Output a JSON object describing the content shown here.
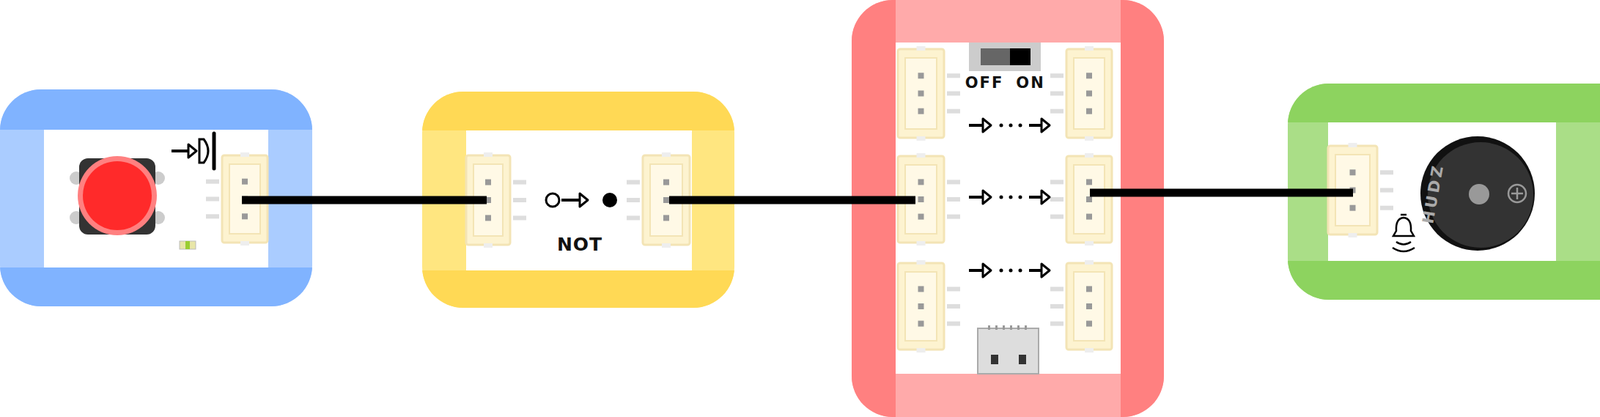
{
  "diagram": {
    "nodes": [
      {
        "text": []
      },
      {
        "text": [
          "NOT"
        ]
      },
      {
        "text": [
          "OFF",
          "ON"
        ]
      },
      {
        "text": [
          "HUDZ"
        ]
      }
    ],
    "edges": [
      {
        "from": 0,
        "to": 1,
        "arrow": "none"
      },
      {
        "from": 1,
        "to": 2,
        "arrow": "none"
      },
      {
        "from": 2,
        "to": 3,
        "arrow": "none"
      }
    ]
  }
}
